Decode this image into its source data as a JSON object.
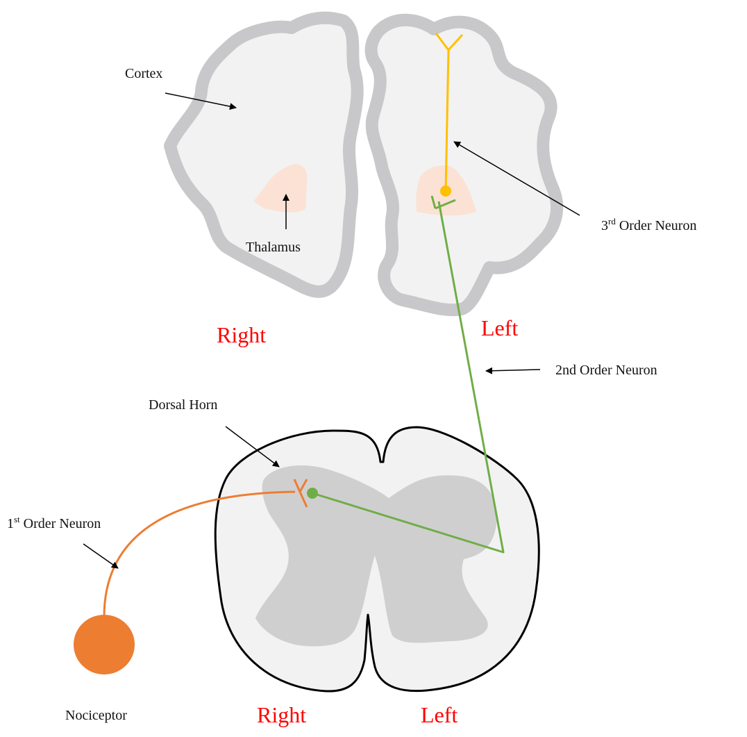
{
  "labels": {
    "cortex": "Cortex",
    "thalamus": "Thalamus",
    "third_order_sup": "rd",
    "third_order_num": "3",
    "third_order_text": " Order Neuron",
    "second_order": "2nd Order Neuron",
    "dorsal_horn": "Dorsal Horn",
    "first_order_num": "1",
    "first_order_sup": "st",
    "first_order_text": " Order Neuron",
    "nociceptor": "Nociceptor"
  },
  "sides": {
    "brain_right": "Right",
    "brain_left": "Left",
    "cord_right": "Right",
    "cord_left": "Left"
  },
  "colors": {
    "side_label": "#ff0000",
    "first_order": "#ed7d31",
    "second_order": "#70ad47",
    "third_order": "#ffc000",
    "cortex": "#c8c8ca",
    "brain_fill": "#f2f2f2",
    "thalamus": "#fbe2d5",
    "grey_matter": "#d0cfd0",
    "cord_outline": "#000000"
  }
}
